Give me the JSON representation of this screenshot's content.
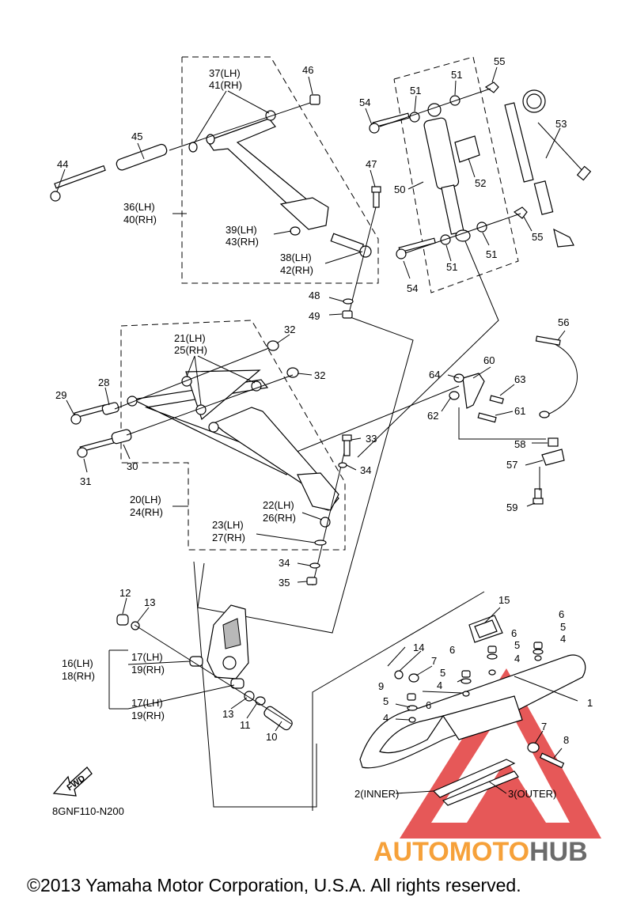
{
  "callouts": {
    "c1": "1",
    "c2": "2(INNER)",
    "c3": "3(OUTER)",
    "c4a": "4",
    "c4b": "4",
    "c4c": "4",
    "c4d": "4",
    "c5a": "5",
    "c5b": "5",
    "c5c": "5",
    "c5d": "5",
    "c6a": "6",
    "c6b": "6",
    "c6c": "6",
    "c6d": "6",
    "c7a": "7",
    "c7b": "7",
    "c8": "8",
    "c9": "9",
    "c10": "10",
    "c11": "11",
    "c12": "12",
    "c13a": "13",
    "c13b": "13",
    "c14": "14",
    "c15": "15",
    "c16": "16(LH)",
    "c18": "18(RH)",
    "c17a": "17(LH)",
    "c19a": "19(RH)",
    "c17b": "17(LH)",
    "c19b": "19(RH)",
    "c20": "20(LH)",
    "c24": "24(RH)",
    "c21": "21(LH)",
    "c25": "25(RH)",
    "c22": "22(LH)",
    "c26": "26(RH)",
    "c23": "23(LH)",
    "c27": "27(RH)",
    "c28": "28",
    "c29": "29",
    "c30": "30",
    "c31": "31",
    "c32a": "32",
    "c32b": "32",
    "c33": "33",
    "c34a": "34",
    "c34b": "34",
    "c35": "35",
    "c36": "36(LH)",
    "c40": "40(RH)",
    "c37": "37(LH)",
    "c41": "41(RH)",
    "c38": "38(LH)",
    "c42": "42(RH)",
    "c39": "39(LH)",
    "c43": "43(RH)",
    "c44": "44",
    "c45": "45",
    "c46": "46",
    "c47": "47",
    "c48": "48",
    "c49": "49",
    "c50": "50",
    "c51a": "51",
    "c51b": "51",
    "c51c": "51",
    "c51d": "51",
    "c52": "52",
    "c53": "53",
    "c54a": "54",
    "c54b": "54",
    "c55a": "55",
    "c55b": "55",
    "c56": "56",
    "c57": "57",
    "c58": "58",
    "c59": "59",
    "c60": "60",
    "c61": "61",
    "c62": "62",
    "c63": "63",
    "c64": "64"
  },
  "fwd_label": "FWD",
  "diagram_code": "8GNF110-N200",
  "watermark": {
    "part1": "AUTOMOTO",
    "part2": "HUB",
    "color1": "#f6a13a",
    "color2": "#6b6b6b",
    "triangle_color": "#e23b3b"
  },
  "copyright": "©2013 Yamaha Motor Corporation, U.S.A. All rights reserved."
}
